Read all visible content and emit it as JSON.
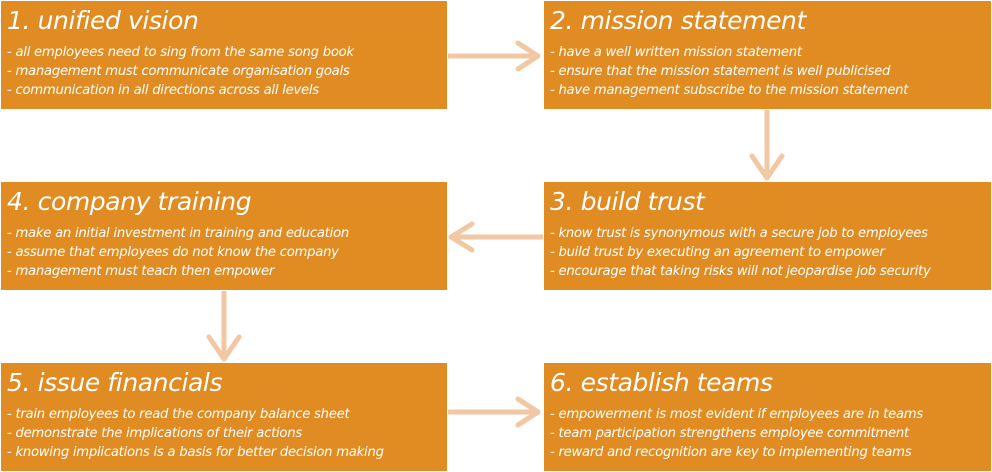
{
  "colors": {
    "box": "#e08c22",
    "arrow": "#f2c7a3",
    "text": "#ffffff"
  },
  "steps": [
    {
      "title": "1. unified vision",
      "items": [
        "- all employees need to sing from the same song book",
        "- management must communicate organisation goals",
        "- communication in all directions across all levels"
      ]
    },
    {
      "title": "2. mission statement",
      "items": [
        "- have a well written mission statement",
        "- ensure that the mission statement is well publicised",
        "- have management subscribe to the mission statement"
      ]
    },
    {
      "title": "3. build trust",
      "items": [
        "- know trust is synonymous with a secure job to employees",
        "- build trust by executing an agreement to empower",
        "- encourage that taking risks will not jeopardise job security"
      ]
    },
    {
      "title": "4. company training",
      "items": [
        "- make an initial investment in training and education",
        "- assume that employees do not know the company",
        "- management must teach then empower"
      ]
    },
    {
      "title": "5. issue financials",
      "items": [
        "- train employees to read the company balance sheet",
        "- demonstrate the implications of their actions",
        "- knowing implications is a basis for better decision making"
      ]
    },
    {
      "title": "6. establish teams",
      "items": [
        "- empowerment is most evident if employees are in teams",
        "- team participation strengthens employee commitment",
        "- reward and recognition are key to implementing teams"
      ]
    }
  ]
}
